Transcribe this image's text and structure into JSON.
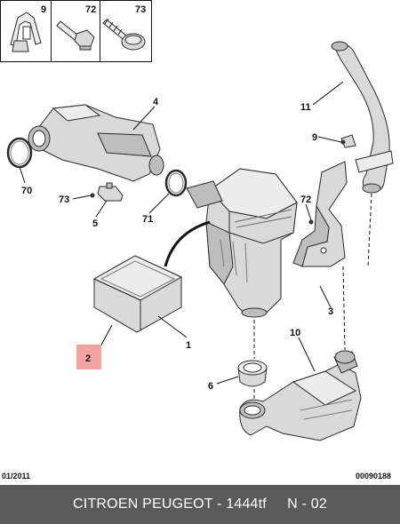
{
  "header_parts": [
    "9",
    "72",
    "73"
  ],
  "callouts": {
    "p1": "1",
    "p2": "2",
    "p3": "3",
    "p4": "4",
    "p5": "5",
    "p6": "6",
    "p9": "9",
    "p10": "10",
    "p11": "11",
    "p70": "70",
    "p71": "71",
    "p72": "72",
    "p73": "73"
  },
  "footer_left": "01/2011",
  "footer_right": "00090188",
  "caption": "CITROEN PEUGEOT - 1444tf     N - 02",
  "colors": {
    "highlight": "#f4a3a3",
    "footer_bg": "#5a5a5a"
  }
}
